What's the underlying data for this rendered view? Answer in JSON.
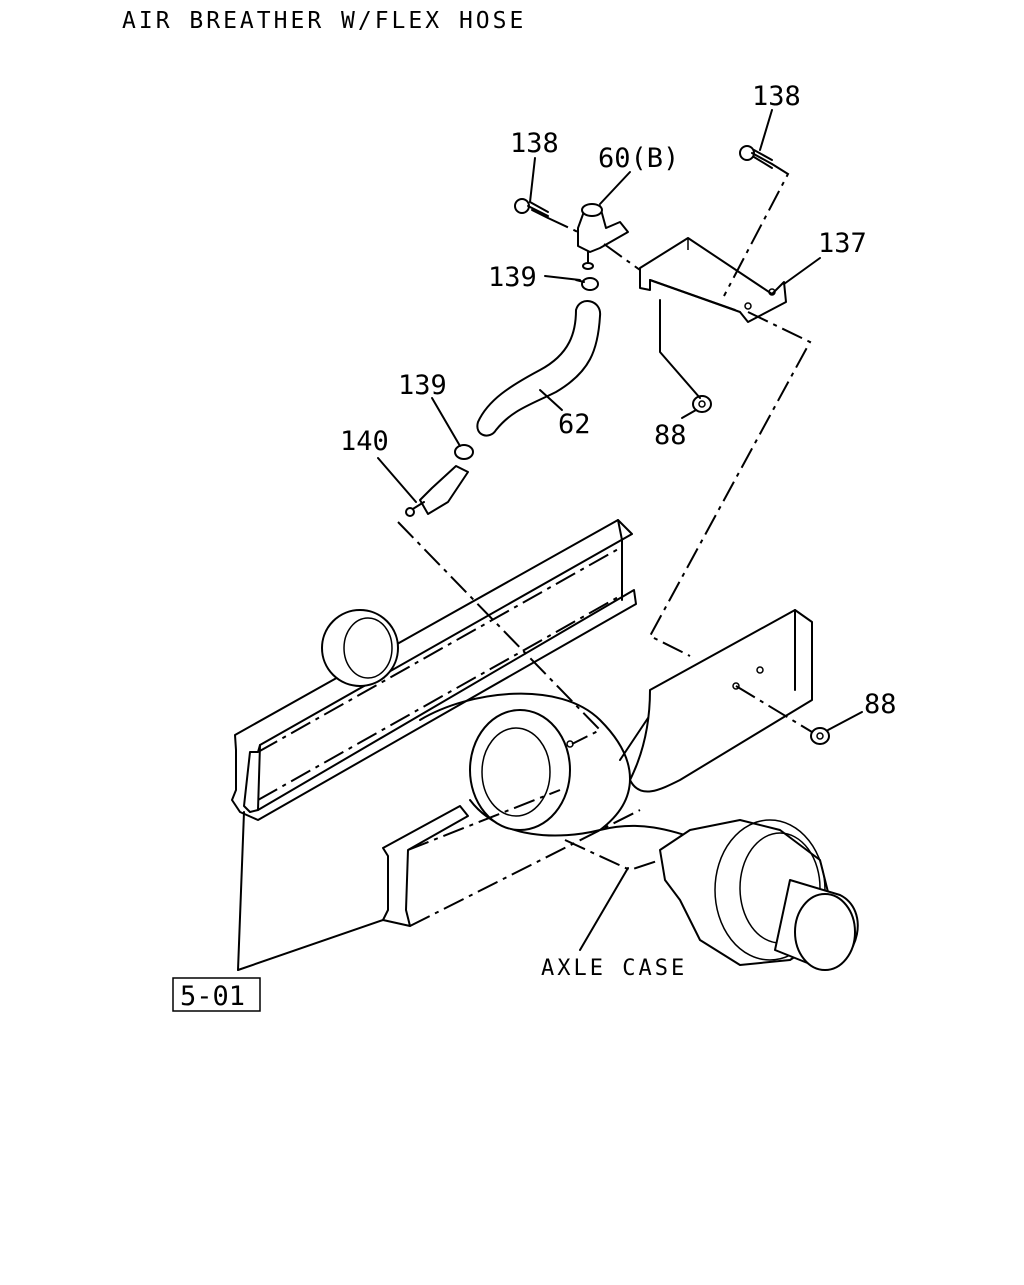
{
  "title": "AIR BREATHER W/FLEX HOSE",
  "callouts": {
    "bolt_top_right": "138",
    "bolt_left": "138",
    "breather": "60(B)",
    "clip_upper": "139",
    "bracket": "137",
    "hose": "62",
    "clip_lower": "139",
    "fitting": "140",
    "nut_upper": "88",
    "nut_lower": "88"
  },
  "axle_label": "AXLE CASE",
  "reference_box": "5-01"
}
